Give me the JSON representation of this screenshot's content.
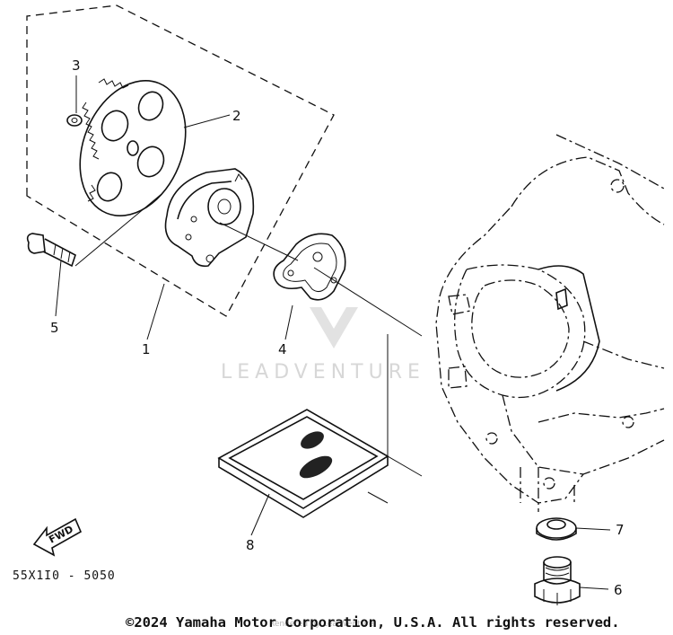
{
  "callouts": {
    "c1": "1",
    "c2": "2",
    "c3": "3",
    "c4": "4",
    "c5": "5",
    "c6": "6",
    "c7": "7",
    "c8": "8"
  },
  "part_code": "55X1I0 - 5050",
  "fwd_label": "FWD",
  "watermark": {
    "brand": "LEADVENTURE",
    "sub": "Rendered by LeadVenture"
  },
  "copyright": "©2024 Yamaha Motor Corporation, U.S.A. All rights reserved."
}
